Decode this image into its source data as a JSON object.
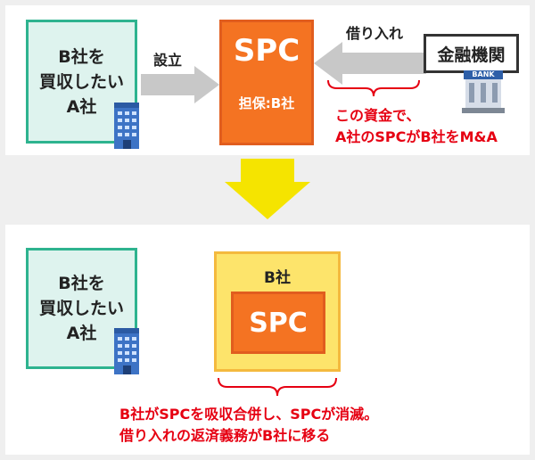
{
  "top": {
    "acquirer": {
      "lines": "B社を\n買収したい\nA社",
      "icon": "office-building-icon"
    },
    "establish_label": "設立",
    "spc": {
      "title": "SPC",
      "subtitle": "担保:B社"
    },
    "borrow_label": "借り入れ",
    "bank": {
      "label": "金融機関",
      "sign": "BANK",
      "icon": "bank-building-icon"
    },
    "note_lines": [
      "この資金で、",
      "A社のSPCがB社をM&A"
    ]
  },
  "bottom": {
    "acquirer": {
      "lines": "B社を\n買収したい\nA社",
      "icon": "office-building-icon"
    },
    "bcorp_label": "B社",
    "spc_label": "SPC",
    "note_lines": [
      "B社がSPCを吸収合併し、SPCが消滅。",
      "借り入れの返済義務がB社に移る"
    ]
  },
  "colors": {
    "company_fill": "#def3ee",
    "company_border": "#2eb38f",
    "spc_orange": "#f47322",
    "b_corp_yellow": "#fde46b",
    "arrow_gray": "#c8c8c8",
    "down_arrow_yellow": "#f5e400",
    "note_red": "#e60012"
  }
}
